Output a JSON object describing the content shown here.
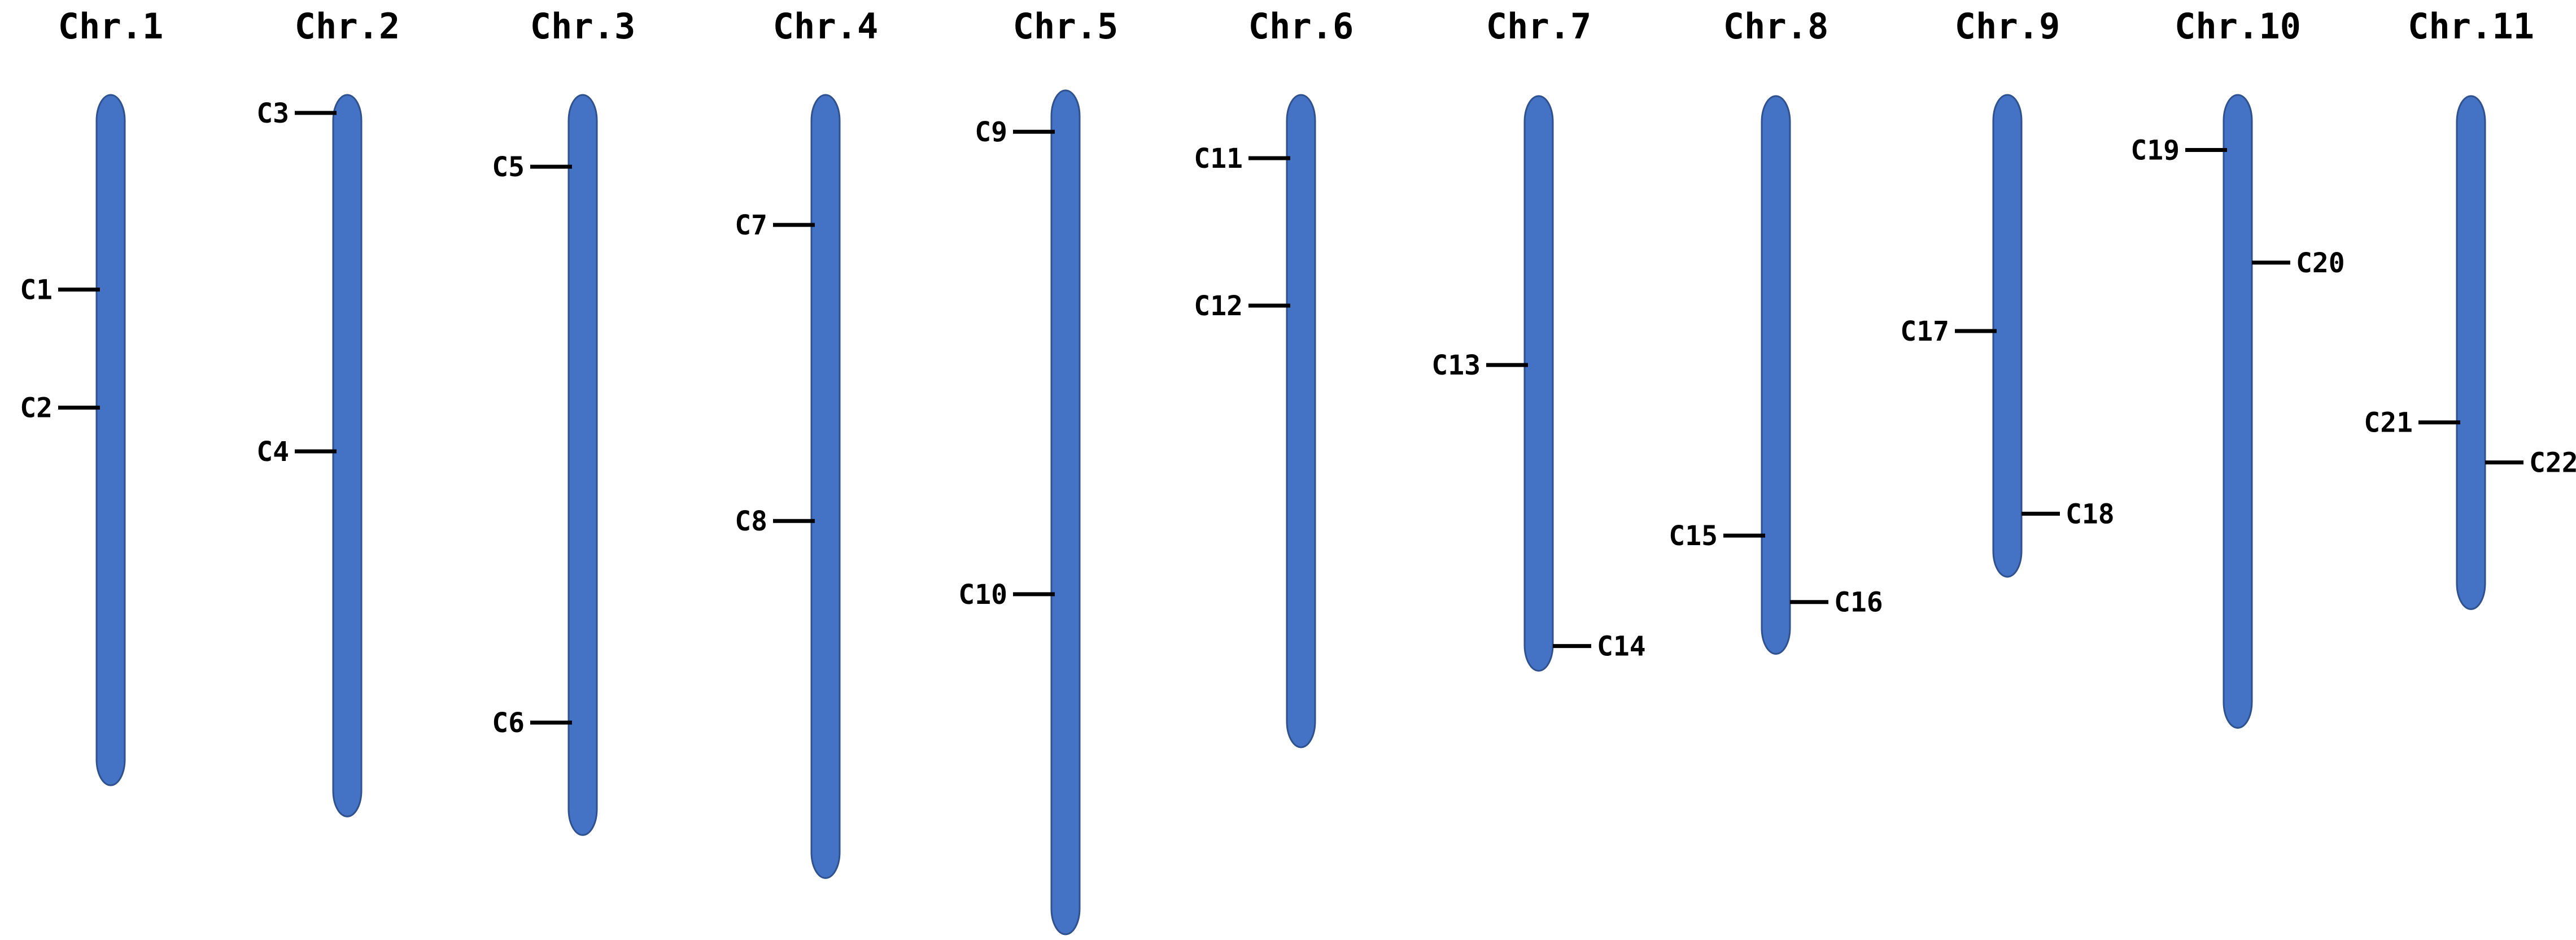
{
  "colors": {
    "chromosome_fill": "#4472C4",
    "chromosome_stroke": "#2F528F",
    "marker": "#000000",
    "background": "#ffffff"
  },
  "chromosomes": [
    {
      "name": "Chr.1",
      "relative_length": 0.818,
      "genes": [
        {
          "label": "C1",
          "position": 0.282,
          "side": "left"
        },
        {
          "label": "C2",
          "position": 0.453,
          "side": "left"
        }
      ]
    },
    {
      "name": "Chr.2",
      "relative_length": 0.855,
      "genes": [
        {
          "label": "C3",
          "position": 0.025,
          "side": "left"
        },
        {
          "label": "C4",
          "position": 0.494,
          "side": "left"
        }
      ]
    },
    {
      "name": "Chr.3",
      "relative_length": 0.877,
      "genes": [
        {
          "label": "C5",
          "position": 0.097,
          "side": "left"
        },
        {
          "label": "C6",
          "position": 0.848,
          "side": "left"
        }
      ]
    },
    {
      "name": "Chr.4",
      "relative_length": 0.928,
      "genes": [
        {
          "label": "C7",
          "position": 0.166,
          "side": "left"
        },
        {
          "label": "C8",
          "position": 0.544,
          "side": "left"
        }
      ]
    },
    {
      "name": "Chr.5",
      "relative_length": 1.0,
      "genes": [
        {
          "label": "C9",
          "position": 0.049,
          "side": "left"
        },
        {
          "label": "C10",
          "position": 0.597,
          "side": "left"
        }
      ]
    },
    {
      "name": "Chr.6",
      "relative_length": 0.773,
      "genes": [
        {
          "label": "C11",
          "position": 0.097,
          "side": "left"
        },
        {
          "label": "C12",
          "position": 0.323,
          "side": "left"
        }
      ]
    },
    {
      "name": "Chr.7",
      "relative_length": 0.681,
      "genes": [
        {
          "label": "C13",
          "position": 0.468,
          "side": "left"
        },
        {
          "label": "C14",
          "position": 0.957,
          "side": "right"
        }
      ]
    },
    {
      "name": "Chr.8",
      "relative_length": 0.661,
      "genes": [
        {
          "label": "C15",
          "position": 0.788,
          "side": "left"
        },
        {
          "label": "C16",
          "position": 0.907,
          "side": "right"
        }
      ]
    },
    {
      "name": "Chr.9",
      "relative_length": 0.571,
      "genes": [
        {
          "label": "C17",
          "position": 0.49,
          "side": "left"
        },
        {
          "label": "C18",
          "position": 0.869,
          "side": "right"
        }
      ]
    },
    {
      "name": "Chr.10",
      "relative_length": 0.75,
      "genes": [
        {
          "label": "C19",
          "position": 0.087,
          "side": "left"
        },
        {
          "label": "C20",
          "position": 0.265,
          "side": "right"
        }
      ]
    },
    {
      "name": "Chr.11",
      "relative_length": 0.608,
      "genes": [
        {
          "label": "C21",
          "position": 0.636,
          "side": "left"
        },
        {
          "label": "C22",
          "position": 0.714,
          "side": "right"
        }
      ]
    }
  ]
}
